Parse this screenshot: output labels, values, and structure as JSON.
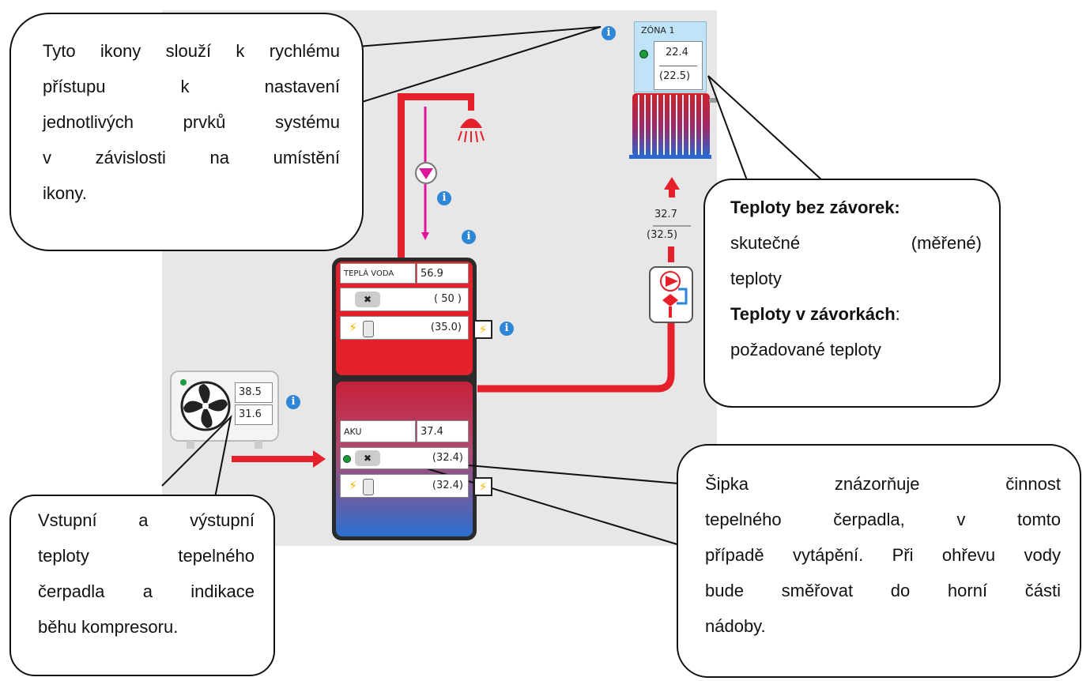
{
  "callouts": {
    "icons": [
      "Tyto ikony slouží k rychlému",
      "přístupu k nastavení",
      "jednotlivých prvků systému",
      "v závislosti na umístění",
      "ikony."
    ],
    "temps_title1": "Teploty bez závorek:",
    "temps_line1": "skutečné (měřené)",
    "temps_line2": "teploty",
    "temps_title2": "Teploty v závorkách",
    "temps_colon": ":",
    "temps_line3": "požadované teploty",
    "heatpump": [
      "Vstupní a výstupní",
      "teploty tepelného",
      "čerpadla a indikace",
      "běhu kompresoru."
    ],
    "arrow": [
      "Šipka znázorňuje činnost",
      "tepelného čerpadla, v tomto",
      "případě vytápění. Při ohřevu vody",
      "bude směřovat do horní části",
      "nádoby."
    ]
  },
  "zone": {
    "name": "ZÓNA 1",
    "actual": "22.4",
    "target": "(22.5)"
  },
  "circuit": {
    "actual": "32.7",
    "target": "(32.5)"
  },
  "tank_top": {
    "label": "TEPLÁ VODA",
    "value": "56.9",
    "target1": "( 50 )",
    "target2": "(35.0)"
  },
  "tank_bottom": {
    "label": "AKU",
    "value": "37.4",
    "target1": "(32.4)",
    "target2": "(32.4)"
  },
  "heat_pump": {
    "in": "38.5",
    "out": "31.6"
  },
  "info_glyph": "i",
  "colors": {
    "pipe": "#e6202a",
    "panel": "#e7e7e7",
    "info": "#2e86d6",
    "dhw_line": "#e0149a",
    "zone_bg": "#bfe3f7"
  }
}
